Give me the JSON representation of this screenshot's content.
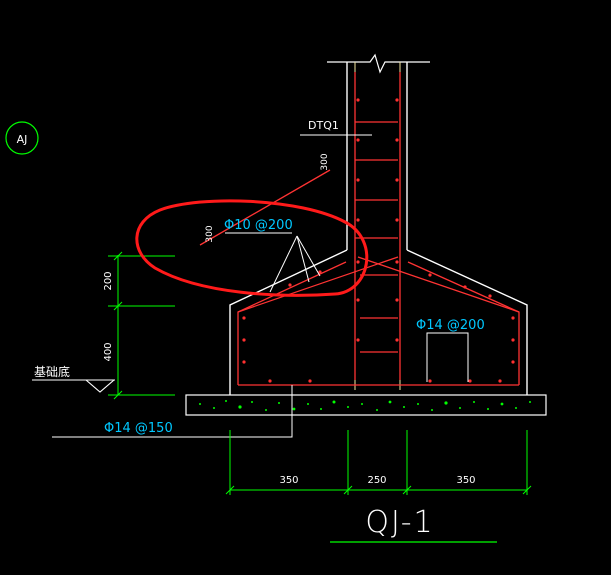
{
  "drawing": {
    "title": "QJ-1",
    "grid_bubble": "AJ",
    "wall_tag": "DTQ1",
    "level_label": "基础底",
    "rebar_labels": {
      "inclined_bars": "Φ10 @200",
      "footing_bars": "Φ14 @200",
      "bottom_bars": "Φ14 @150"
    },
    "dimensions": {
      "bottom": [
        "350",
        "250",
        "350"
      ],
      "height_upper": "200",
      "height_lower": "400",
      "anchor_top": "300",
      "anchor_left": "300"
    }
  },
  "colors": {
    "background": "#000000",
    "concrete_line": "#ffffff",
    "dim_line": "#00ff00",
    "rebar": "#ff3333",
    "rebar_dot": "#ff3030",
    "text_white": "#ffffff",
    "text_cyan": "#00c8ff",
    "annotation_circle": "#ff1a1a",
    "leader": "#ffffff",
    "gravel": "#00ff00"
  }
}
